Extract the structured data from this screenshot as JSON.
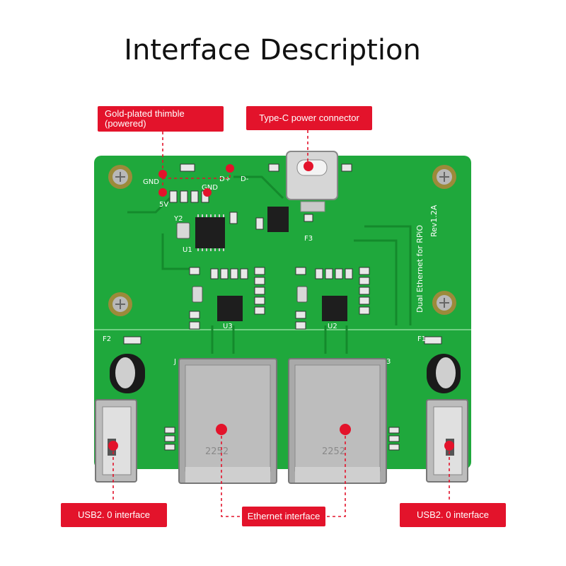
{
  "title": "Interface Description",
  "labels": {
    "gold_thimble_line1": "Gold-plated thimble",
    "gold_thimble_line2": "(powered)",
    "typec": "Type-C power connector",
    "usb_left": "USB2. 0 interface",
    "ethernet": "Ethernet interface",
    "usb_right": "USB2. 0 interface"
  },
  "silkscreen": {
    "gnd1": "GND",
    "gnd2": "GND",
    "v5": "5V",
    "dplus": "D+",
    "dminus": "D-",
    "y2": "Y2",
    "u1": "U1",
    "u3": "U3",
    "u2": "U2",
    "f3": "F3",
    "f2": "F2",
    "f1": "F1",
    "j_left": "J",
    "j_right": "3",
    "board_name": "Dual Ethernet for RPiO",
    "revision": "Rev1.2A",
    "rj_left_mark": "2252",
    "rj_right_mark": "2252"
  },
  "colors": {
    "accent": "#e3132b",
    "pcb": "#1fa83c",
    "pcb_dark": "#158a2f"
  }
}
